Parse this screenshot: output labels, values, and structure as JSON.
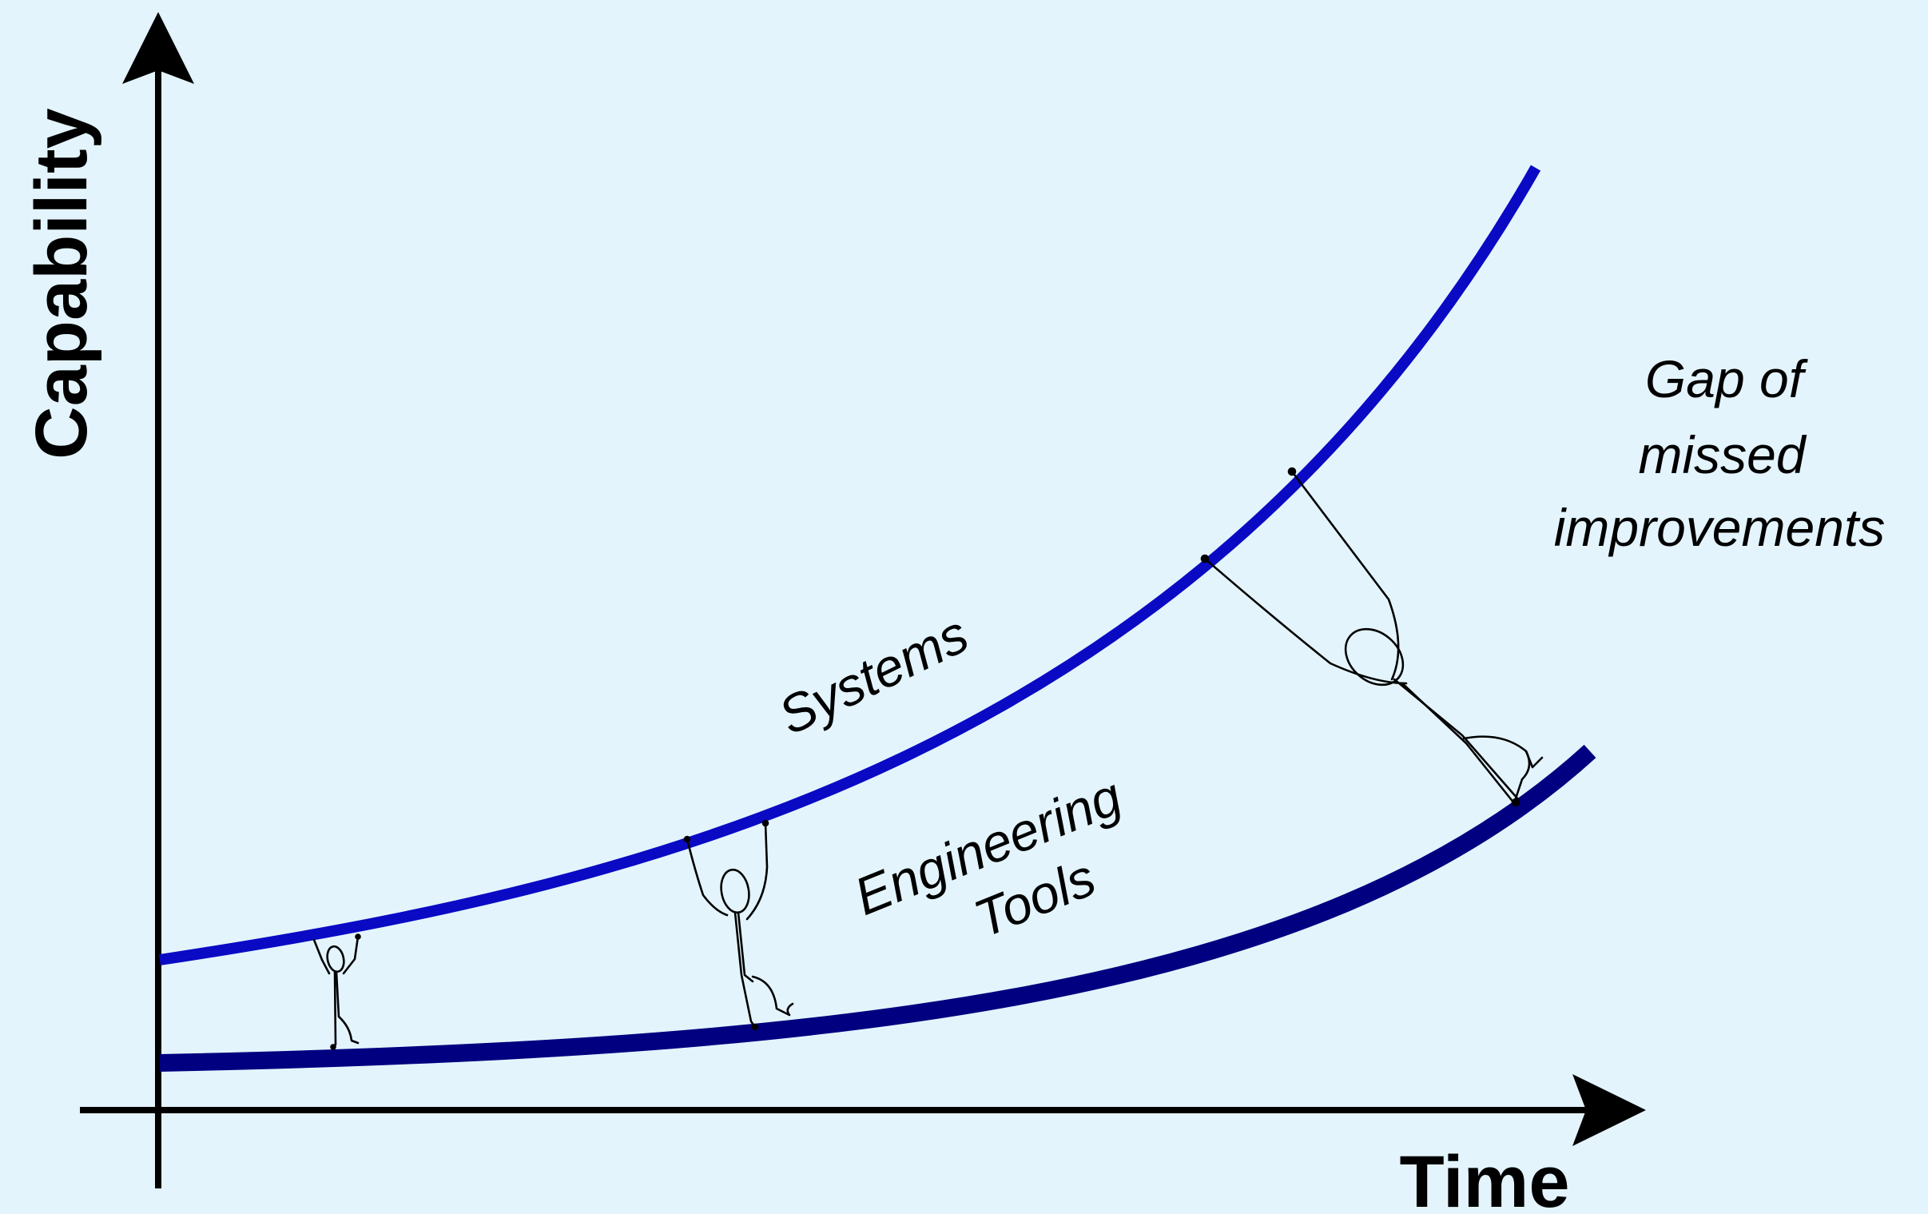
{
  "axes": {
    "y_label": "Capability",
    "x_label": "Time"
  },
  "curves": {
    "systems": {
      "label": "Systems",
      "color": "#0a0ac4"
    },
    "engineering_tools": {
      "label_line1": "Engineering",
      "label_line2": "Tools",
      "color": "#000080"
    }
  },
  "gap_annotation": {
    "line1": "Gap of",
    "line2": "missed",
    "line3": "improvements"
  },
  "colors": {
    "background": "#e3f4fc",
    "axis": "#000000"
  },
  "figures": [
    {
      "name": "small",
      "pose": "holding up"
    },
    {
      "name": "medium",
      "pose": "holding up"
    },
    {
      "name": "large",
      "pose": "straining, stretched"
    }
  ]
}
